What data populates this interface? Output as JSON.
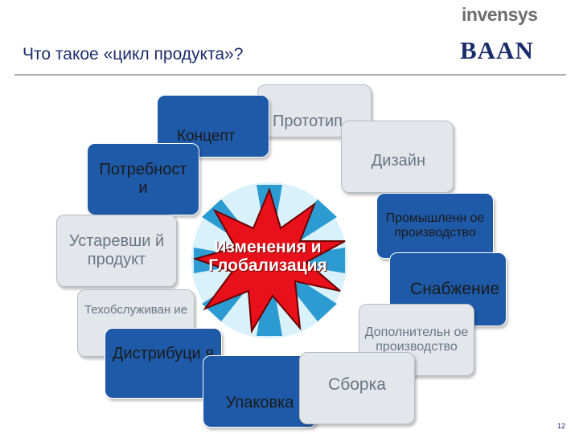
{
  "header": {
    "title": "Что такое «цикл продукта»?",
    "logo_invensys": "invensys",
    "logo_baan": "BAAN"
  },
  "diagram": {
    "center_label": "Изменения и Глобализация",
    "items": {
      "prototype": "Прототип",
      "concept": "Концепт",
      "design": "Дизайн",
      "needs": "Потребност и",
      "industrial": "Промышленн ое производство",
      "obsolete": "Устаревши й продукт",
      "supply": "Снабжение",
      "maintenance": "Техобслуживан ие",
      "additional": "Дополнительн ое производство",
      "distribution": "Дистрибуци я",
      "packaging": "Упаковка",
      "assembly": "Сборка"
    }
  },
  "footer": {
    "page_number": "12"
  },
  "colors": {
    "dark_box": "#1e5aa8",
    "light_box": "#e3e6ea",
    "ring_light": "#d8f1fb",
    "ring_blue": "#2b9bd2",
    "burst_red": "#e8101a"
  }
}
